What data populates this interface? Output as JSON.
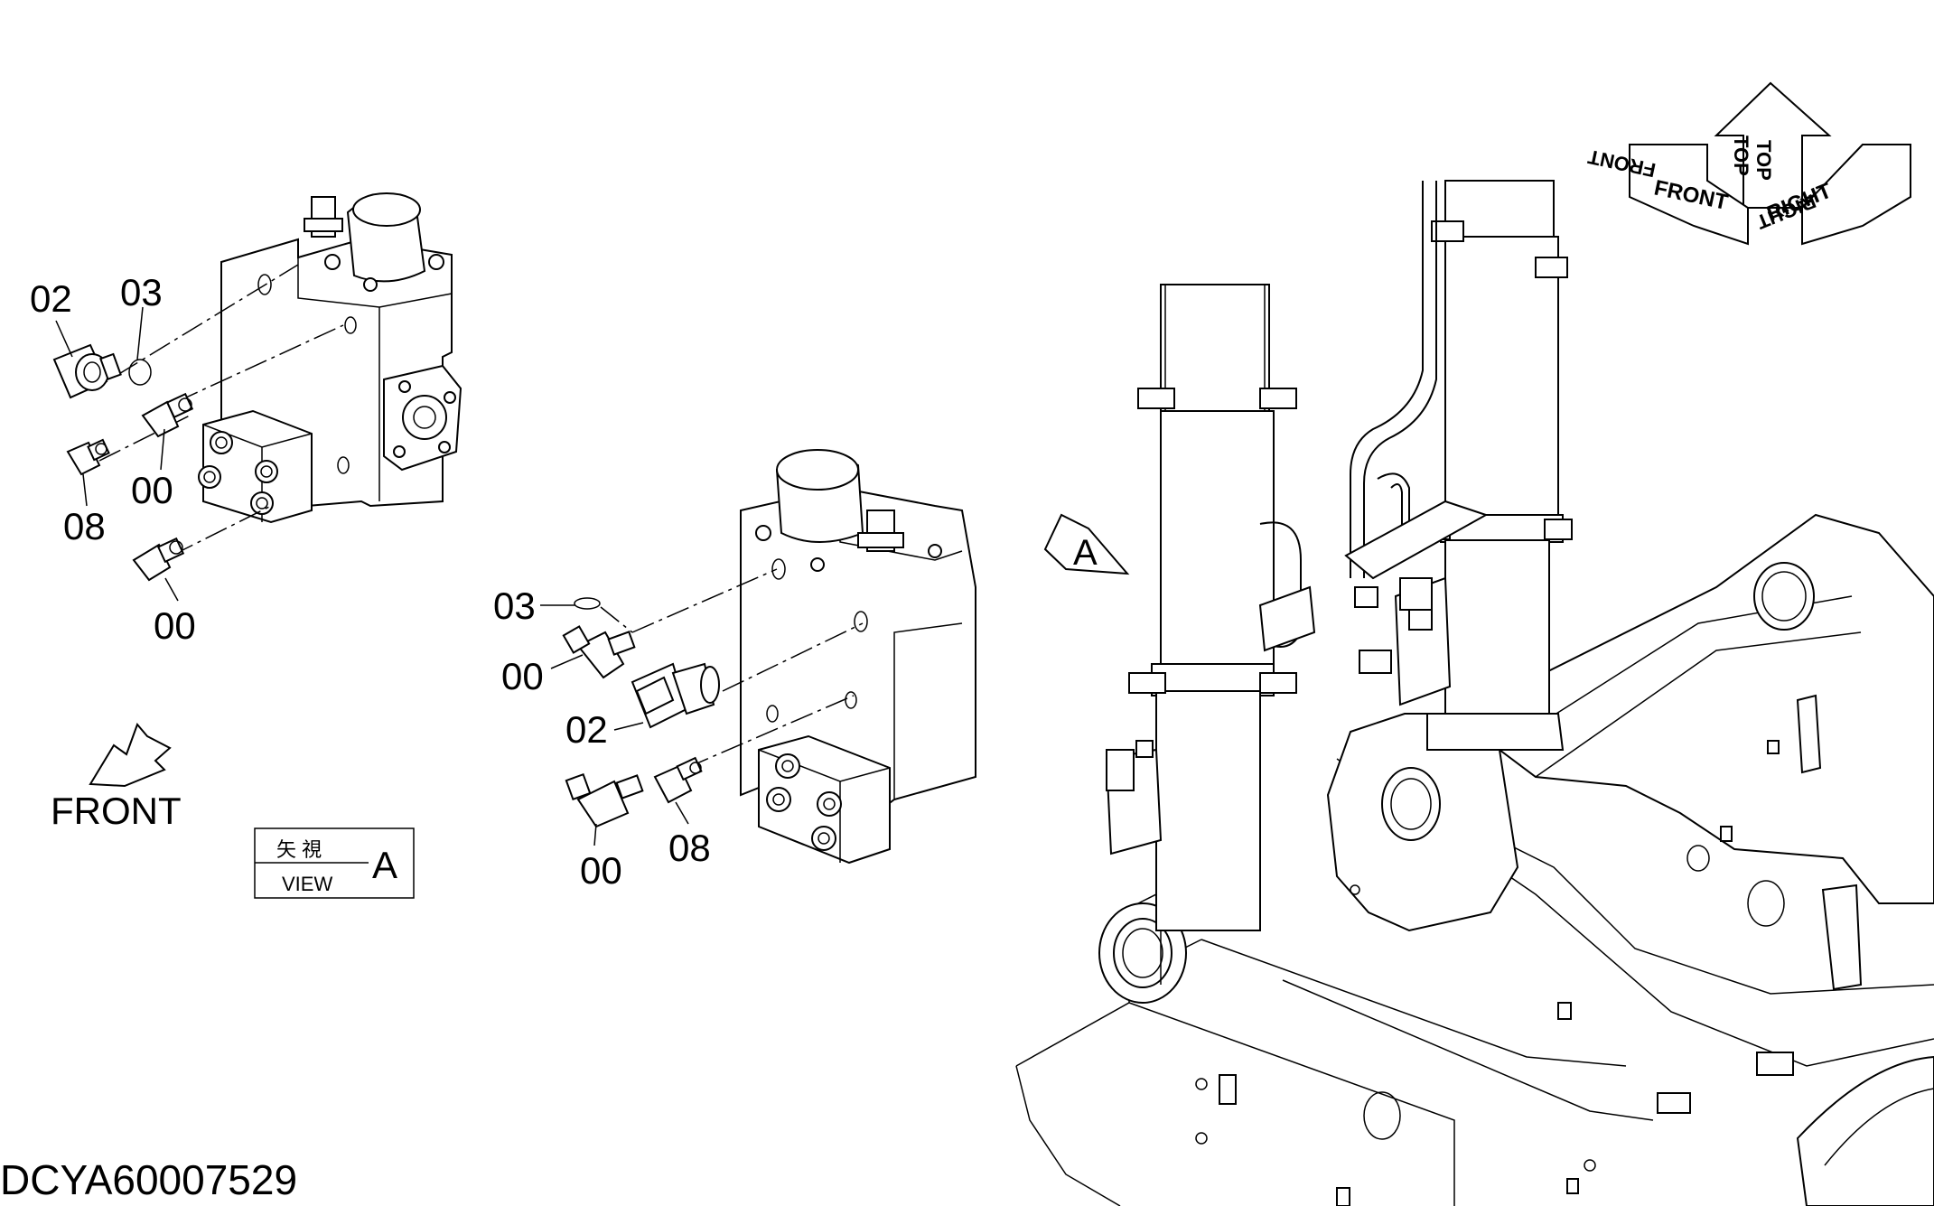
{
  "drawing_id": "DCYA60007529",
  "orientation": {
    "front": "FRONT",
    "top": "TOP",
    "right": "RIGHT"
  },
  "front_arrow_label": "FRONT",
  "view_box": {
    "japanese": "矢 視",
    "view": "VIEW",
    "letter": "A"
  },
  "view_marker_letter": "A",
  "left_assembly_labels": {
    "a": "02",
    "b": "03",
    "c": "00",
    "d": "08",
    "e": "00"
  },
  "center_assembly_labels": {
    "a": "03",
    "b": "00",
    "c": "02",
    "d": "00",
    "e": "08"
  }
}
